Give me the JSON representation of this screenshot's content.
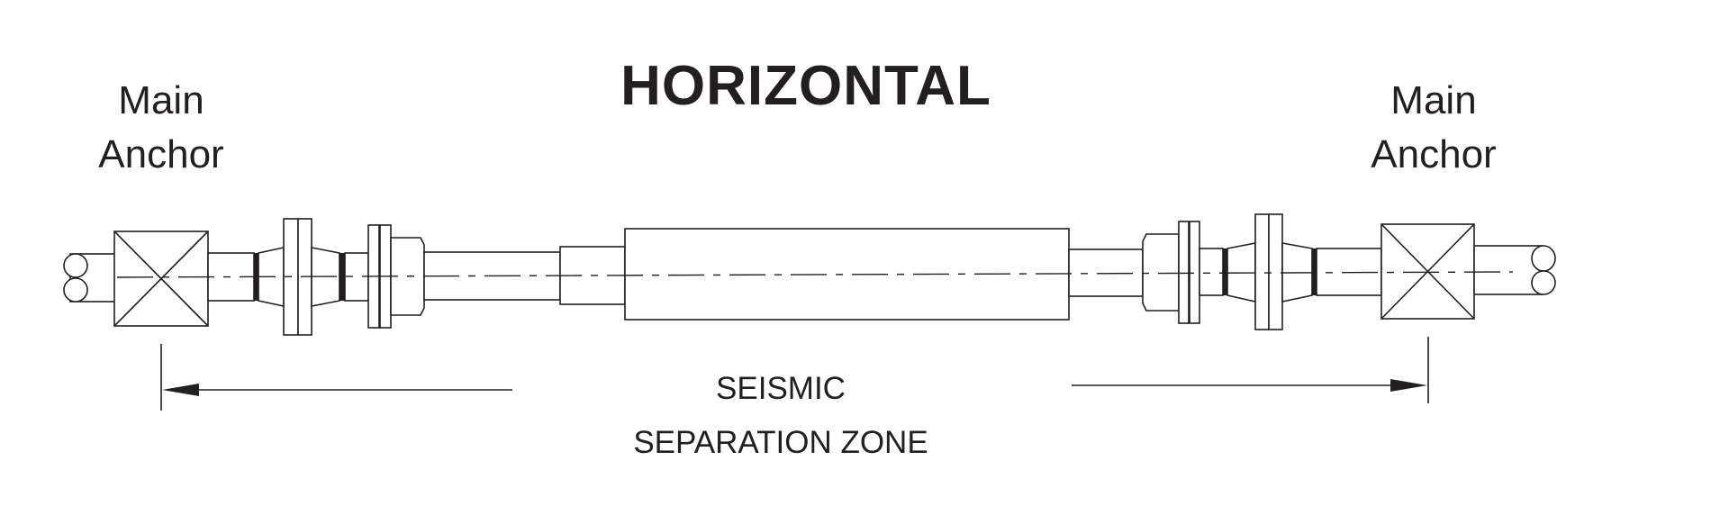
{
  "title": "HORIZONTAL",
  "left_anchor": {
    "line1": "Main",
    "line2": "Anchor"
  },
  "right_anchor": {
    "line1": "Main",
    "line2": "Anchor"
  },
  "zone_label": {
    "line1": "SEISMIC",
    "line2": "SEPARATION ZONE"
  }
}
